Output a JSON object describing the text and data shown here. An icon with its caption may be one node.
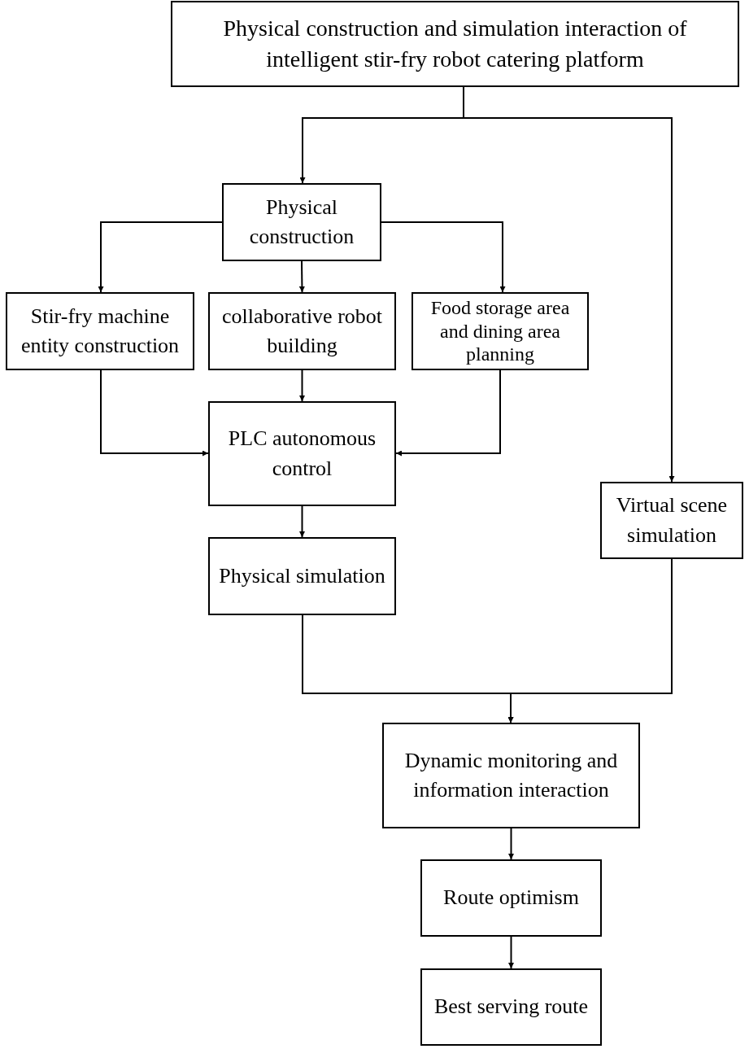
{
  "diagram": {
    "nodes": [
      {
        "text": [
          "Physical construction and simulation interaction of intelligent stir-fry robot catering platform"
        ]
      },
      {
        "text": [
          "Physical construction"
        ]
      },
      {
        "text": [
          "Stir-fry machine entity construction"
        ]
      },
      {
        "text": [
          "collaborative robot building"
        ]
      },
      {
        "text": [
          "Food storage area and dining area planning"
        ]
      },
      {
        "text": [
          "PLC autonomous control"
        ]
      },
      {
        "text": [
          "Virtual scene simulation"
        ]
      },
      {
        "text": [
          "Physical simulation"
        ]
      },
      {
        "text": [
          "Dynamic monitoring and information interaction"
        ]
      },
      {
        "text": [
          "Route optimism"
        ]
      },
      {
        "text": [
          "Best serving route"
        ]
      }
    ],
    "edges": [
      {
        "from": 0,
        "to": 1,
        "arrow": "to"
      },
      {
        "from": 0,
        "to": 6,
        "arrow": "to"
      },
      {
        "from": 1,
        "to": 2,
        "arrow": "to"
      },
      {
        "from": 1,
        "to": 3,
        "arrow": "to"
      },
      {
        "from": 1,
        "to": 4,
        "arrow": "to"
      },
      {
        "from": 2,
        "to": 5,
        "arrow": "to"
      },
      {
        "from": 3,
        "to": 5,
        "arrow": "to"
      },
      {
        "from": 4,
        "to": 5,
        "arrow": "to"
      },
      {
        "from": 5,
        "to": 7,
        "arrow": "to"
      },
      {
        "from": 7,
        "to": 8,
        "arrow": "to"
      },
      {
        "from": 6,
        "to": 8,
        "arrow": "to"
      },
      {
        "from": 8,
        "to": 9,
        "arrow": "to"
      },
      {
        "from": 9,
        "to": 10,
        "arrow": "to"
      }
    ]
  }
}
